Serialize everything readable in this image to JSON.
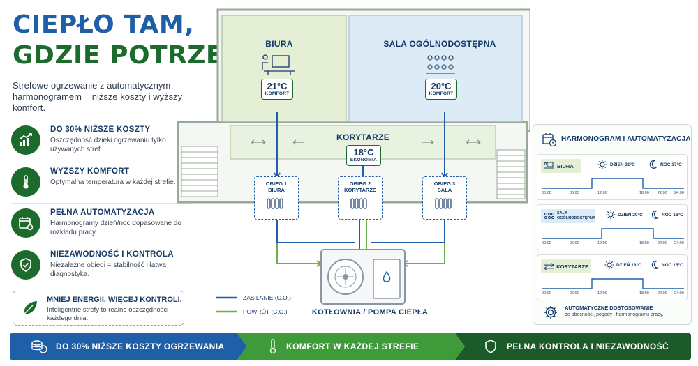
{
  "title": {
    "line1": "CIEPŁO TAM,",
    "line2": "GDZIE POTRZEBNE"
  },
  "subtitle": "Strefowe ogrzewanie z automatycznym harmonogramem = niższe koszty i wyższy komfort.",
  "features": [
    {
      "icon": "growth-chart-icon",
      "title": "DO 30% NIŻSZE KOSZTY",
      "desc": "Oszczędność dzięki ogrzewaniu tylko używanych stref."
    },
    {
      "icon": "thermometer-icon",
      "title": "WYŻSZY KOMFORT",
      "desc": "Optymalna temperatura w każdej strefie."
    },
    {
      "icon": "calendar-gear-icon",
      "title": "PEŁNA AUTOMATYZACJA",
      "desc": "Harmonogramy dzień/noc dopasowane do rozkładu pracy."
    },
    {
      "icon": "shield-check-icon",
      "title": "NIEZAWODNOŚĆ I KONTROLA",
      "desc": "Niezależne obiegi = stabilność i łatwa diagnostyka."
    }
  ],
  "callout": {
    "title": "MNIEJ ENERGII. WIĘCEJ KONTROLI.",
    "desc": "Inteligentne strefy to realne oszczędności każdego dnia."
  },
  "plan": {
    "rooms": [
      {
        "name": "BIURA",
        "temp": "21°C",
        "mode": "KOMFORT"
      },
      {
        "name": "SALA OGÓLNODOSTĘPNA",
        "temp": "20°C",
        "mode": "KOMFORT"
      },
      {
        "name": "KORYTARZE",
        "temp": "18°C",
        "mode": "EKONOMIA"
      }
    ],
    "circuits": [
      {
        "line1": "OBIEG 1",
        "line2": "BIURA"
      },
      {
        "line1": "OBIEG 2",
        "line2": "KORYTARZE"
      },
      {
        "line1": "OBIEG 3",
        "line2": "SALA"
      }
    ],
    "legend": {
      "supply": "ZASILANIE  (C.O.)",
      "return": "POWRÓT  (C.O.)"
    },
    "boiler": "KOTŁOWNIA / POMPA CIEPŁA",
    "colors": {
      "supply": "#1f5fa8",
      "return": "#6bb04a",
      "office": "#e4efd6",
      "hall": "#dcebf6",
      "corridor": "#e9f2e0"
    }
  },
  "schedule": {
    "title": "HARMONOGRAM I AUTOMATYZACJA",
    "zones": [
      {
        "name": "BIURA",
        "day": "DZIEŃ 21°C",
        "night": "NOC 17°C",
        "on_from": "06:00",
        "on_to": "18:00"
      },
      {
        "name": "SALA OGÓLNODOSTĘPNA",
        "day": "DZIEŃ 20°C",
        "night": "NOC 16°C",
        "on_from": "08:00",
        "on_to": "20:00"
      },
      {
        "name": "KORYTARZE",
        "day": "DZIEŃ 18°C",
        "night": "NOC 15°C",
        "on_from": "06:00",
        "on_to": "18:00"
      }
    ],
    "ticks": [
      "00:00",
      "06:00",
      "12:00",
      "18:00",
      "22:00",
      "24:00"
    ],
    "auto": {
      "title": "AUTOMATYCZNE DOSTOSOWANIE",
      "desc": "do obecności, pogody i harmonogramu pracy."
    }
  },
  "banner": [
    {
      "icon": "coins-icon",
      "label": "DO 30% NIŻSZE KOSZTY OGRZEWANIA",
      "color": "#1f5fa8"
    },
    {
      "icon": "thermometer-icon",
      "label": "KOMFORT W KAŻDEJ STREFIE",
      "color": "#3f9a3a"
    },
    {
      "icon": "shield-icon",
      "label": "PEŁNA KONTROLA I NIEZAWODNOŚĆ",
      "color": "#1d5a2a"
    }
  ]
}
